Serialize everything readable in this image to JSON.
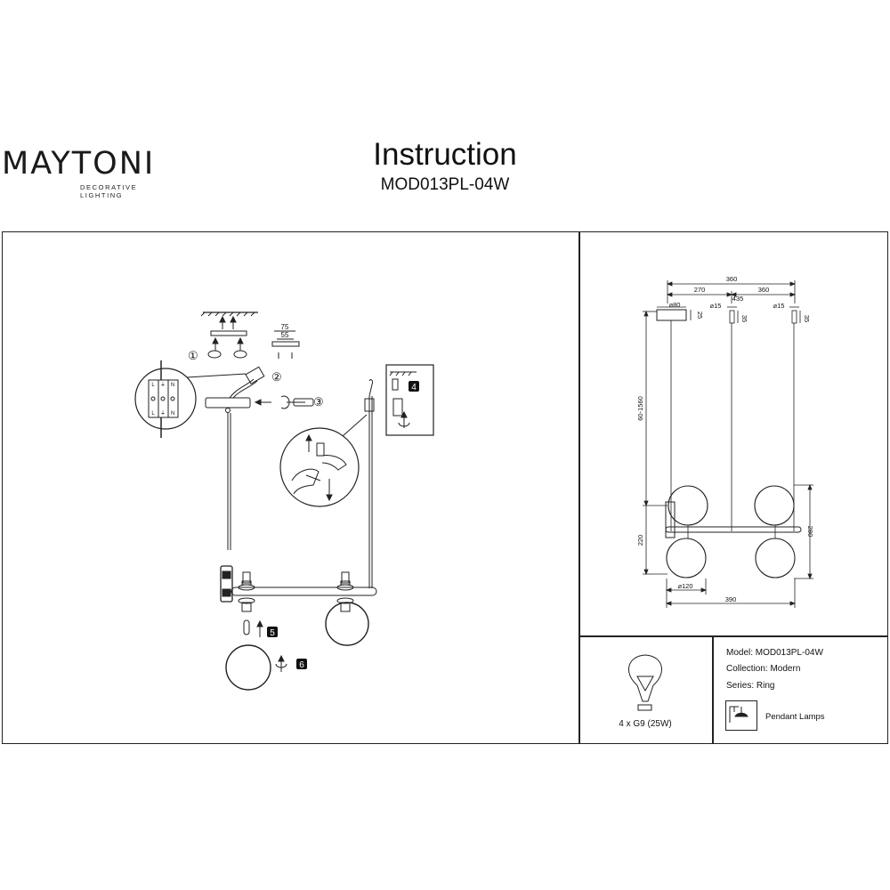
{
  "header": {
    "brand": "MAYTONI",
    "brand_sub": "DECORATIVE LIGHTING",
    "title": "Instruction",
    "model": "MOD013PL-04W"
  },
  "steps": [
    "①",
    "②",
    "③",
    "4",
    "5",
    "6"
  ],
  "dimensions": {
    "d360_top": "360",
    "d270": "270",
    "d360_right": "360",
    "d435": "435",
    "d80": "⌀80",
    "d15_a": "⌀15",
    "d15_b": "⌀15",
    "d25": "25",
    "d35_a": "35",
    "d35_b": "35",
    "d60_1560": "60-1560",
    "d220": "220",
    "d280": "280",
    "d120": "⌀120",
    "d390": "390",
    "d75": "75",
    "d55": "55"
  },
  "wiring_labels": [
    "L",
    "⏚",
    "N",
    "L",
    "⏚",
    "N"
  ],
  "bulb": "4 x G9 (25W)",
  "specs": {
    "model": "Model: MOD013PL-04W",
    "collection": "Collection: Modern",
    "series": "Series: Ring",
    "type": "Pendant Lamps"
  }
}
